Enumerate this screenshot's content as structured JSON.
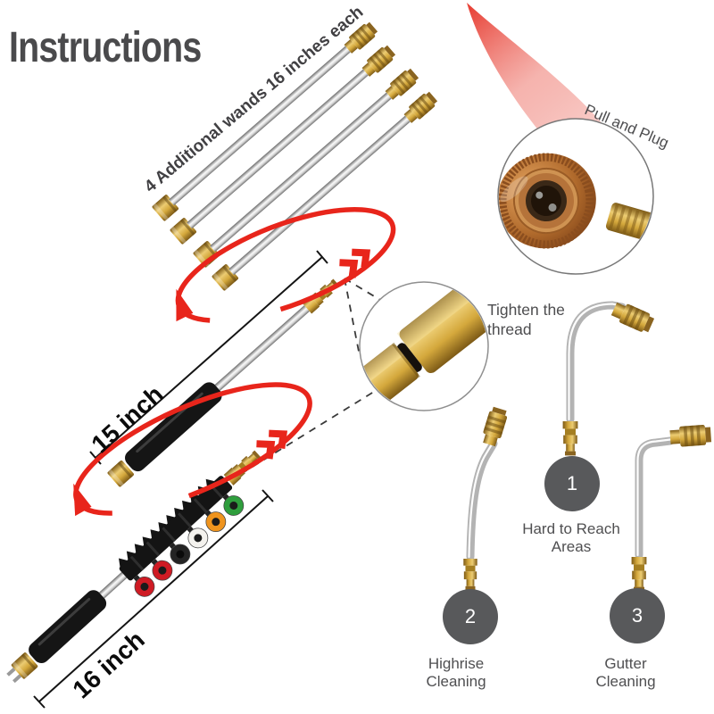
{
  "title": "Instructions",
  "annotations": {
    "wands_note": "4 Additional wands 16 inches each",
    "pull_and_plug": "Pull and Plug",
    "tighten_thread": "Tighten the thread",
    "wand_15_length": "15 inch",
    "wand_16_length": "16 inch"
  },
  "attachments": [
    {
      "number": "1",
      "label": "Hard to Reach Areas"
    },
    {
      "number": "2",
      "label": "Highrise Cleaning"
    },
    {
      "number": "3",
      "label": "Gutter Cleaning"
    }
  ],
  "nozzles": {
    "colors": [
      "#cf1b24",
      "#cf1b24",
      "#242424",
      "#f4f2ee",
      "#ef941e",
      "#2f9e3d"
    ]
  },
  "colors": {
    "accent_red": "#e8251b",
    "brass": "#c79a3a",
    "copper": "#b06a2c",
    "steel": "#c9c9c9",
    "badge_gray": "#58595b",
    "text_gray": "#4d4d4f",
    "title_gray": "#4a4a4c"
  }
}
